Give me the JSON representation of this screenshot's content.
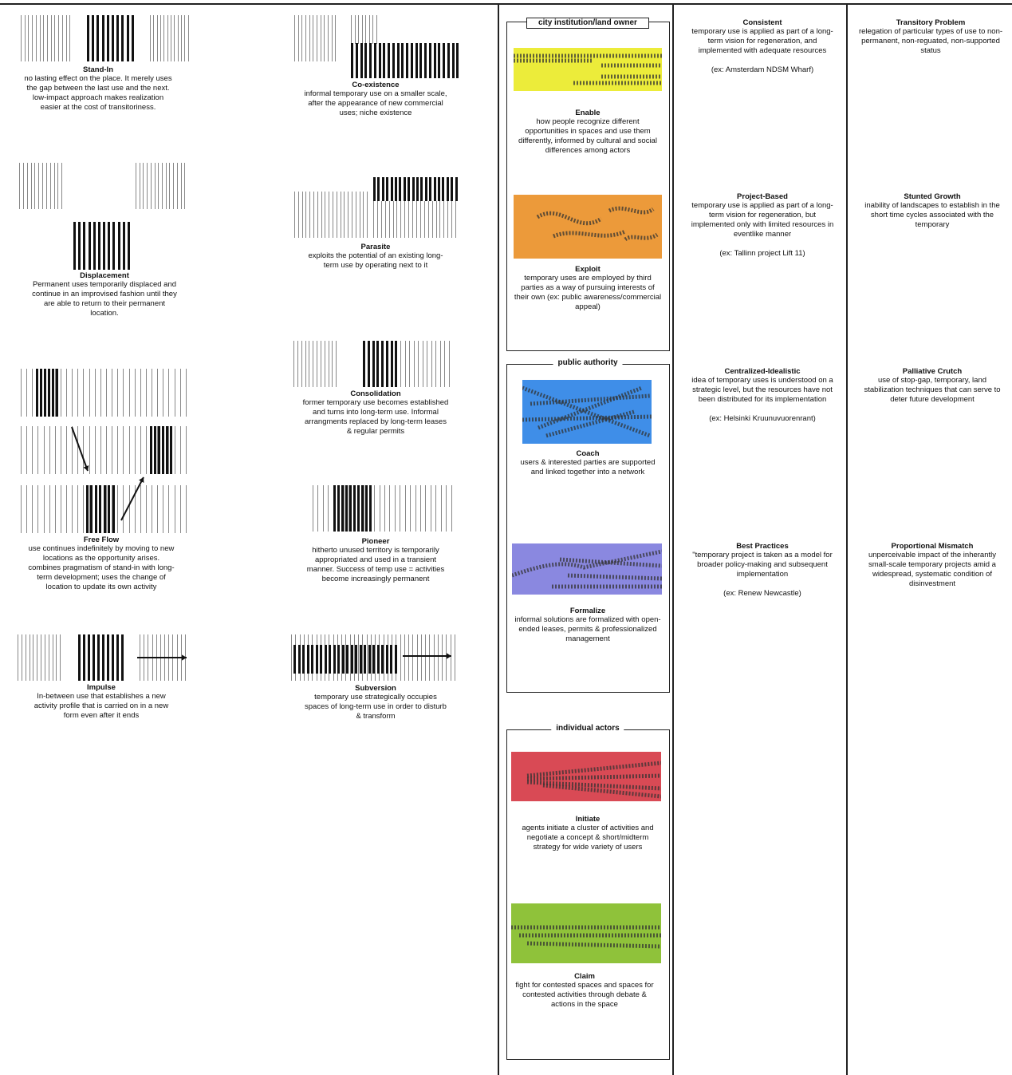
{
  "strategies": [
    {
      "key": "stand-in",
      "title": "Stand-In",
      "desc": "no lasting effect on the place. It merely uses the gap between the last use and the next. low-impact approach makes realization easier at the cost of transitoriness."
    },
    {
      "key": "co-existence",
      "title": "Co-existence",
      "desc": "informal temporary use on a smaller scale, after the appearance of new commercial uses; niche existence"
    },
    {
      "key": "displacement",
      "title": "Displacement",
      "desc": "Permanent uses temporarily displaced and continue in an improvised fashion until they are able to return to their permanent location."
    },
    {
      "key": "parasite",
      "title": "Parasite",
      "desc": "exploits the potential of an existing long-term use by operating next to it"
    },
    {
      "key": "consolidation",
      "title": "Consolidation",
      "desc": "former temporary use becomes established and turns into long-term use. Informal arrangments replaced by long-term leases & regular permits"
    },
    {
      "key": "free-flow",
      "title": "Free Flow",
      "desc": "use continues indefinitely by moving to new locations as the opportunity arises. combines pragmatism of stand-in with long-term development; uses the change of location to update its own activity"
    },
    {
      "key": "pioneer",
      "title": "Pioneer",
      "desc": "hitherto unused territory is temporarily appropriated and used in a transient manner. Success of temp use = activities become increasingly permanent"
    },
    {
      "key": "impulse",
      "title": "Impulse",
      "desc": "In-between use that establishes a new activity profile that is carried on in a new form even after it ends"
    },
    {
      "key": "subversion",
      "title": "Subversion",
      "desc": "temporary use strategically occupies spaces of long-term use in order to disturb & transform"
    }
  ],
  "actors": {
    "city": {
      "label": "city institution/land owner",
      "items": [
        {
          "title": "Enable",
          "desc": "how people recognize different opportunities in spaces and use them differently, informed by cultural and social differences among actors",
          "color": "#ecec3a"
        },
        {
          "title": "Exploit",
          "desc": "temporary uses are employed by third parties as a way of pursuing interests of their own (ex: public awareness/commercial appeal)",
          "color": "#ec9a3a"
        }
      ]
    },
    "public": {
      "label": "public authority",
      "items": [
        {
          "title": "Coach",
          "desc": "users & interested parties are supported and linked together into a network",
          "color": "#3f8ee8"
        },
        {
          "title": "Formalize",
          "desc": "informal solutions are formalized with open-ended leases, permits & professionalized management",
          "color": "#8a88e0"
        }
      ]
    },
    "individual": {
      "label": "individual actors",
      "items": [
        {
          "title": "Initiate",
          "desc": "agents initiate a cluster of activities and negotiate a concept & short/midterm strategy for wide variety of users",
          "color": "#d94a55"
        },
        {
          "title": "Claim",
          "desc": "fight for contested spaces and spaces for contested activities through debate & actions in the space",
          "color": "#8fc23a"
        }
      ]
    }
  },
  "outcomes_positive": [
    {
      "title": "Consistent",
      "desc": "temporary use is applied as part of a long-term vision for regeneration, and implemented with adequate resources",
      "example": "(ex: Amsterdam NDSM Wharf)"
    },
    {
      "title": "Project-Based",
      "desc": "temporary use is applied as part of a long-term vision for regeneration, but implemented only with limited resources in eventlike manner",
      "example": "(ex: Tallinn project Lift 11)"
    },
    {
      "title": "Centralized-Idealistic",
      "desc": "idea of temporary uses is understood on a strategic level, but the resources have not been distributed for its implementation",
      "example": "(ex: Helsinki Kruunuvuorenrant)"
    },
    {
      "title": "Best Practices",
      "desc": "\"temporary project is taken as a model for broader policy-making and subsequent implementation",
      "example": "(ex: Renew Newcastle)"
    }
  ],
  "outcomes_negative": [
    {
      "title": "Transitory Problem",
      "desc": "relegation of particular types of use to non-permanent, non-reguated, non-supported status"
    },
    {
      "title": "Stunted Growth",
      "desc": "inability of landscapes to establish in the short time cycles associated with the temporary"
    },
    {
      "title": "Palliative Crutch",
      "desc": "use of stop-gap, temporary, land stabilization techniques that can serve to deter future development"
    },
    {
      "title": "Proportional Mismatch",
      "desc": "unperceivable impact of the inherantly small-scale temporary projects amid a widespread, systematic condition of disinvestment"
    }
  ]
}
